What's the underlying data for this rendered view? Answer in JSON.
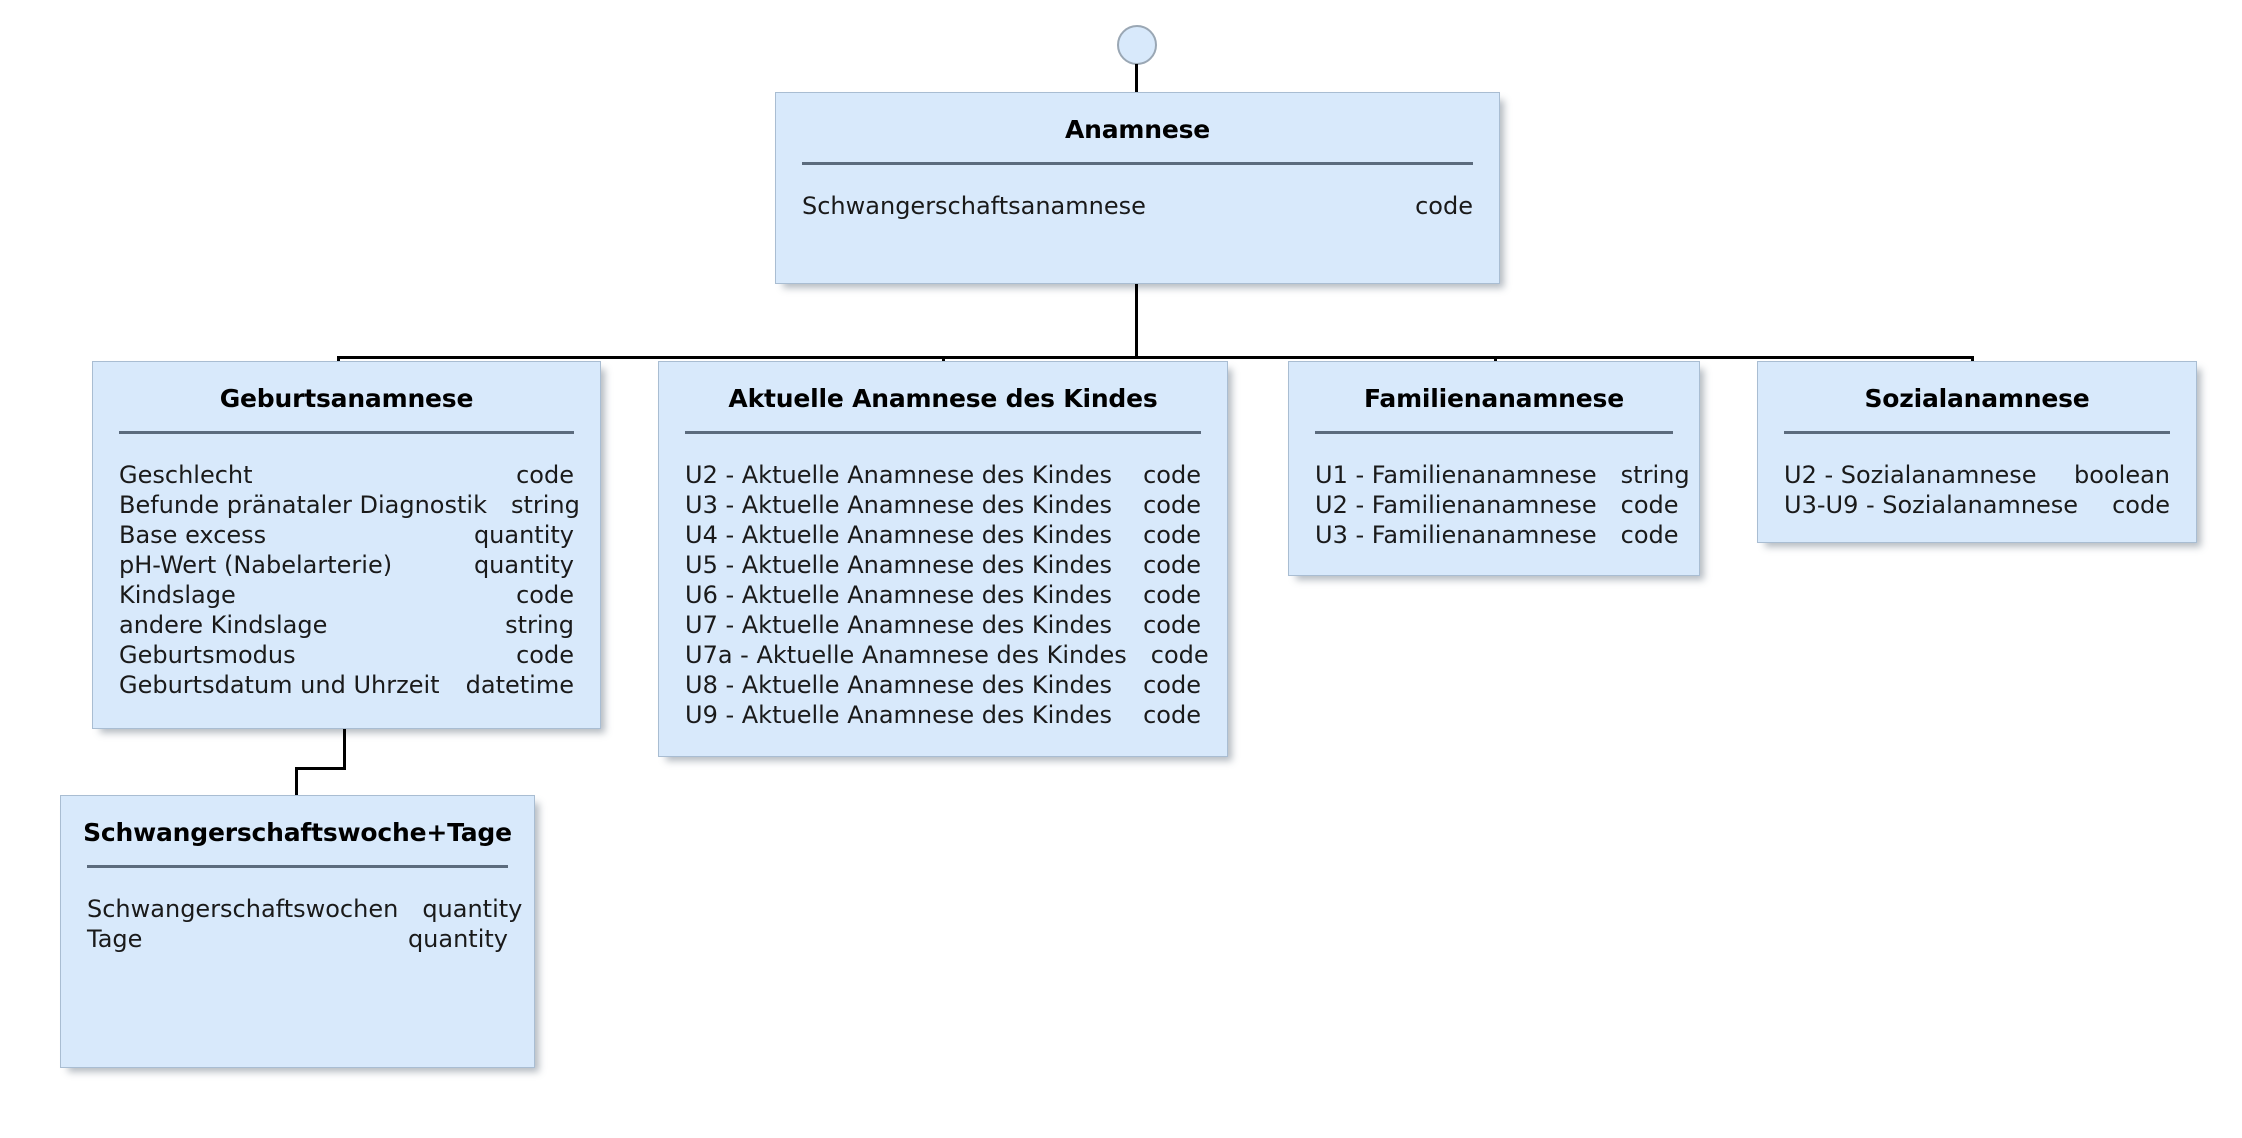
{
  "diagram": {
    "title": "Anamnese",
    "type": "uml-class-diagram",
    "colors": {
      "box_fill": "#d8e9fb",
      "box_border": "#a9bdd2",
      "divider": "#5b6b7d",
      "connector": "#000000",
      "text": "#1a1a1a",
      "background": "#ffffff"
    }
  },
  "nodes": {
    "root": {
      "title": "Anamnese",
      "attributes": [
        {
          "name": "Schwangerschaftsanamnese",
          "type": "code"
        }
      ]
    },
    "geburtsanamnese": {
      "title": "Geburtsanamnese",
      "attributes": [
        {
          "name": "Geschlecht",
          "type": "code"
        },
        {
          "name": "Befunde pränataler Diagnostik",
          "type": "string"
        },
        {
          "name": "Base excess",
          "type": "quantity"
        },
        {
          "name": "pH-Wert (Nabelarterie)",
          "type": "quantity"
        },
        {
          "name": "Kindslage",
          "type": "code"
        },
        {
          "name": "andere Kindslage",
          "type": "string"
        },
        {
          "name": "Geburtsmodus",
          "type": "code"
        },
        {
          "name": "Geburtsdatum und Uhrzeit",
          "type": "datetime"
        }
      ]
    },
    "aktuelle_anamnese_des_kindes": {
      "title": "Aktuelle Anamnese des Kindes",
      "attributes": [
        {
          "name": "U2 - Aktuelle Anamnese des Kindes",
          "type": "code"
        },
        {
          "name": "U3 - Aktuelle Anamnese des Kindes",
          "type": "code"
        },
        {
          "name": "U4 - Aktuelle Anamnese des Kindes",
          "type": "code"
        },
        {
          "name": "U5 - Aktuelle Anamnese des Kindes",
          "type": "code"
        },
        {
          "name": "U6 - Aktuelle Anamnese des Kindes",
          "type": "code"
        },
        {
          "name": "U7 - Aktuelle Anamnese des Kindes",
          "type": "code"
        },
        {
          "name": "U7a - Aktuelle Anamnese des Kindes",
          "type": "code"
        },
        {
          "name": "U8 - Aktuelle Anamnese des Kindes",
          "type": "code"
        },
        {
          "name": "U9 - Aktuelle Anamnese des Kindes",
          "type": "code"
        }
      ]
    },
    "familienanamnese": {
      "title": "Familienanamnese",
      "attributes": [
        {
          "name": "U1 - Familienanamnese",
          "type": "string"
        },
        {
          "name": "U2 - Familienanamnese",
          "type": "code"
        },
        {
          "name": "U3 - Familienanamnese",
          "type": "code"
        }
      ]
    },
    "sozialanamnese": {
      "title": "Sozialanamnese",
      "attributes": [
        {
          "name": "U2 - Sozialanamnese",
          "type": "boolean"
        },
        {
          "name": "U3-U9 - Sozialanamnese",
          "type": "code"
        }
      ]
    },
    "schwangerschaftswoche_tage": {
      "title": "Schwangerschaftswoche+Tage",
      "attributes": [
        {
          "name": "Schwangerschaftswochen",
          "type": "quantity"
        },
        {
          "name": "Tage",
          "type": "quantity"
        }
      ]
    }
  }
}
